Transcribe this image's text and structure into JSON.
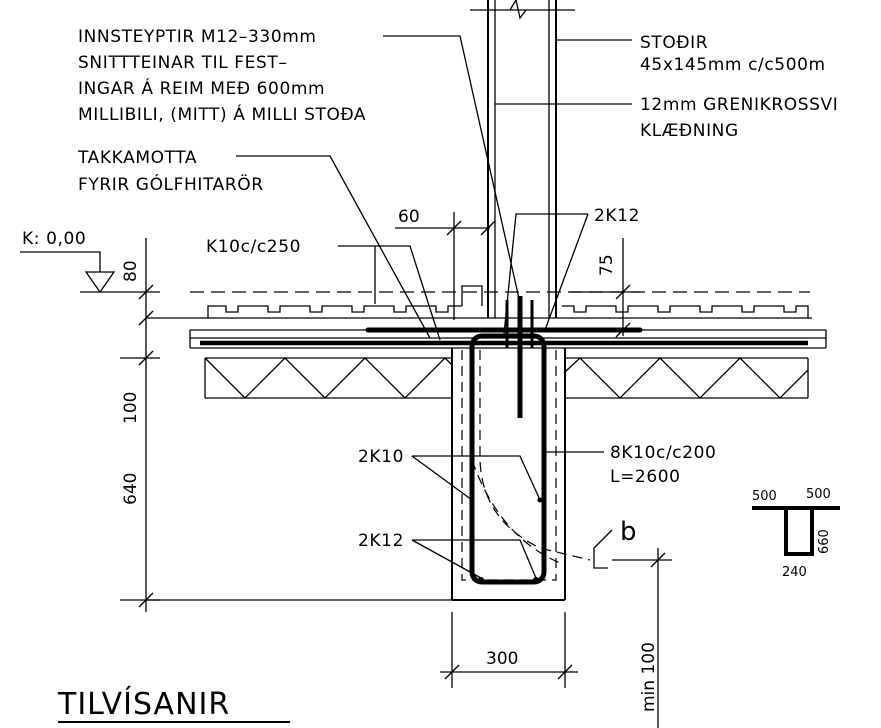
{
  "labels": {
    "anchor_bolts": [
      "INNSTEYPTIR M12–330mm",
      "SNITTTEINAR TIL FEST–",
      "INGAR Á REIM MEÐ 600mm",
      "MILLIBILI, (MITT) Á MILLI STOÐA"
    ],
    "studs": [
      "STOÐIR",
      "45x145mm c/c500m"
    ],
    "plywood": [
      "12mm GRENIKROSSVI",
      "KLÆÐNING"
    ],
    "floor_heating": [
      "TAKKAMOTTA",
      "FYRIR GÓLFHITARÖR"
    ],
    "level": "K: 0,00",
    "slab_rebar": "K10c/c250",
    "top_rebar": "2K12",
    "stirrups": [
      "8K10c/c200",
      "L=2600"
    ],
    "mid_rebar": "2K10",
    "bottom_rebar": "2K12",
    "section_mark": "b",
    "title": "TILVÍSANIR"
  },
  "dimensions": {
    "dim_60": "60",
    "dim_75": "75",
    "dim_80": "80",
    "dim_100": "100",
    "dim_640": "640",
    "dim_300": "300",
    "dim_min100": "min 100"
  },
  "section_detail": {
    "flange_left": "500",
    "flange_right": "500",
    "height": "660",
    "width": "240"
  }
}
